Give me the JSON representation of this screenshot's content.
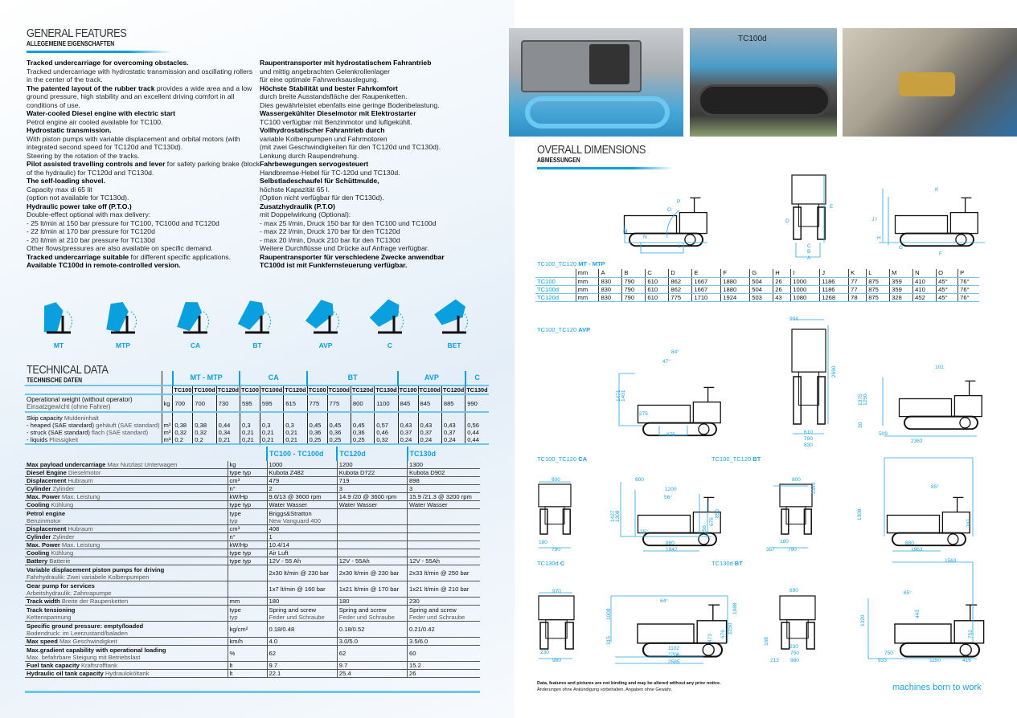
{
  "general": {
    "title": "GENERAL FEATURES",
    "subtitle": "ALLEGEMEINE EIGENSCHAFTEN",
    "en": [
      {
        "b": "Tracked undercarriage for overcoming obstacles.",
        "t": ""
      },
      {
        "b": "",
        "t": "Tracked undercarriage with hydrostatic transmission and oscillating rollers in the center of the track."
      },
      {
        "b": "The patented layout of the rubber track",
        "t": " provides a wide area and a low ground pressure, high stability and an excellent driving comfort in all conditions of use."
      },
      {
        "b": "Water-cooled Diesel engine with electric start",
        "t": ""
      },
      {
        "b": "",
        "t": "Petrol engine air cooled available for TC100."
      },
      {
        "b": "Hydrostatic transmission.",
        "t": ""
      },
      {
        "b": "",
        "t": "With piston pumps with variable displacement and orbital motors (with integrated second speed for TC120d and TC130d)."
      },
      {
        "b": "",
        "t": "Steering by the rotation of the tracks."
      },
      {
        "b": "Pilot assisted travelling controls and lever",
        "t": " for safety parking brake (block of the hydraulic) for TC120d and TC130d."
      },
      {
        "b": "The self-loading shovel.",
        "t": ""
      },
      {
        "b": "",
        "t": "Capacity max di 65 lit"
      },
      {
        "b": "",
        "t": "(option not available for TC130d)."
      },
      {
        "b": "Hydraulic power take off (P.T.O.)",
        "t": ""
      },
      {
        "b": "",
        "t": "Double-effect optional with max delivery:"
      },
      {
        "b": "",
        "t": "- 25 lt/min at 150 bar pressure for TC100, TC100d and TC120d"
      },
      {
        "b": "",
        "t": "- 22 lt/min at 170 bar pressure for TC120d"
      },
      {
        "b": "",
        "t": "- 20 lt/min at 210 bar pressure for TC130d"
      },
      {
        "b": "",
        "t": "Other flows/pressures are also available on specific demand."
      },
      {
        "b": "Tracked undercarriage suitable",
        "t": " for different specific applications."
      },
      {
        "b": "Available TC100d in remote-controlled version.",
        "t": ""
      }
    ],
    "de": [
      {
        "b": "Raupentransporter mit hydrostatischem Fahrantrieb",
        "t": ""
      },
      {
        "b": "",
        "t": "und mittig angebrachten Gelenkrollenlager"
      },
      {
        "b": "",
        "t": "für eine optimale Fahrwerksauslegung."
      },
      {
        "b": "Höchste Stabilität und bester Fahrkomfort",
        "t": ""
      },
      {
        "b": "",
        "t": "durch breite Ausstandsfläche der Raupenketten."
      },
      {
        "b": "",
        "t": "Dies gewährleistet ebenfalls eine geringe Bodenbelastung."
      },
      {
        "b": "Wassergekühlter Dieselmotor mit Elektrostarter",
        "t": ""
      },
      {
        "b": "",
        "t": "TC100 verfügbar mit Benzinmotor und luftgekühlt."
      },
      {
        "b": "Vollhydrostatischer Fahrantrieb durch",
        "t": ""
      },
      {
        "b": "",
        "t": "variable Kolbenpumpen und Fahrmotoren"
      },
      {
        "b": "",
        "t": "(mit zwei Geschwindigkeiten für den TC120d und TC130d)."
      },
      {
        "b": "",
        "t": "Lenkung durch Raupendrehung."
      },
      {
        "b": "Fahrbewegungen servogesteuert",
        "t": ""
      },
      {
        "b": "",
        "t": "Handbremse-Hebel für TC-120d und TC130d."
      },
      {
        "b": "Selbstladeschaufel für Schüttmulde,",
        "t": ""
      },
      {
        "b": "",
        "t": "höchste Kapazität 65 l."
      },
      {
        "b": "",
        "t": "(Option nicht verfügbar für den TC130d)."
      },
      {
        "b": "Zusatzhydraulik (P.T.O)",
        "t": ""
      },
      {
        "b": "",
        "t": "mit Doppelwirkung (Optional):"
      },
      {
        "b": "",
        "t": "- max 25 l/min, Druck 150 bar für den TC100 und TC100d"
      },
      {
        "b": "",
        "t": "- max 22 l/min, Druck 170 bar für den TC120d"
      },
      {
        "b": "",
        "t": "- max 20 l/min, Druck 210 bar für den TC130d"
      },
      {
        "b": "",
        "t": "Weitere Durchflüsse und Drücke auf Anfrage verfügbar."
      },
      {
        "b": "Raupentransporter für verschiedene Zwecke anwendbar",
        "t": ""
      },
      {
        "b": "TC100d ist mit Funkfernsteuerung verfügbar.",
        "t": ""
      }
    ]
  },
  "versions": [
    "MT",
    "MTP",
    "CA",
    "BT",
    "AVP",
    "C",
    "BET"
  ],
  "technical": {
    "title": "TECHNICAL DATA",
    "subtitle": "TECHNISCHE DATEN",
    "groups": [
      {
        "label": "MT - MTP",
        "span": 3
      },
      {
        "label": "CA",
        "span": 3
      },
      {
        "label": "BT",
        "span": 4
      },
      {
        "label": "AVP",
        "span": 3
      },
      {
        "label": "C",
        "span": 1
      }
    ],
    "models": [
      "TC100",
      "TC100d",
      "TC120d",
      "TC100",
      "TC100d",
      "TC120d",
      "TC100",
      "TC100d",
      "TC120d",
      "TC130d",
      "TC100",
      "TC100d",
      "TC120d",
      "TC130d"
    ],
    "weight": {
      "en": "Operational weight (without operator)",
      "de": "Einsatzgewicht (ohne Fahrer)",
      "unit": "kg",
      "values": [
        "700",
        "700",
        "730",
        "595",
        "595",
        "615",
        "775",
        "775",
        "800",
        "1100",
        "845",
        "845",
        "885",
        "990"
      ]
    },
    "skip": {
      "en": "Skip capacity",
      "de": "Muldeninhalt",
      "rows": [
        {
          "en": "- heaped (SAE standard)",
          "de": "gehäuft (SAE standard)",
          "unit": "m³",
          "values": [
            "0,38",
            "0,38",
            "0,44",
            "0,3",
            "0,3",
            "0,3",
            "0,45",
            "0,45",
            "0,45",
            "0,57",
            "0,43",
            "0,43",
            "0,43",
            "0,56"
          ]
        },
        {
          "en": "- struck (SAE standard)",
          "de": "flach (SAE standard)",
          "unit": "m³",
          "values": [
            "0,32",
            "0,32",
            "0,34",
            "0,21",
            "0,21",
            "0,21",
            "0,36",
            "0,36",
            "0,36",
            "0,46",
            "0,37",
            "0,37",
            "0,37",
            "0,44"
          ]
        },
        {
          "en": "- liquids",
          "de": "Flüssigkeit",
          "unit": "m³",
          "values": [
            "0,2",
            "0,2",
            "0,21",
            "0,21",
            "0,21",
            "0,21",
            "0,25",
            "0,25",
            "0,25",
            "0,32",
            "0,24",
            "0,24",
            "0,24",
            "0,44"
          ]
        }
      ]
    },
    "spec_headers": [
      "TC100 - TC100d",
      "TC120d",
      "TC130d"
    ],
    "specs": [
      {
        "en": "Max payload undercarriage",
        "de": "Max Nutzlast Unterwagen",
        "unit": "kg",
        "v": [
          "1000",
          "1200",
          "1300"
        ]
      },
      {
        "en": "Diesel Engine",
        "de": "Dieselmotor",
        "unit": "type typ",
        "v": [
          "Kubota Z482",
          "Kubota D722",
          "Kubota D902"
        ]
      },
      {
        "en": "Displacement",
        "de": "Hubraum",
        "unit": "cm³",
        "v": [
          "479",
          "719",
          "898"
        ]
      },
      {
        "en": "Cylinder",
        "de": "Zylinder",
        "unit": "n°",
        "v": [
          "2",
          "3",
          "3"
        ]
      },
      {
        "en": "Max. Power",
        "de": "Max. Leistung",
        "unit": "kW/Hp",
        "v": [
          "9.6/13 @ 3600 rpm",
          "14.9 /20 @ 3600 rpm",
          "15.9 /21.3 @ 3200 rpm"
        ]
      },
      {
        "en": "Cooling",
        "de": "Kühlung",
        "unit": "type typ",
        "v": [
          "Water Wasser",
          "Water Wasser",
          "Water Wasser"
        ]
      },
      {
        "en": "Petrol engine",
        "de2": "Benzinmotor",
        "unit": "type",
        "unit2": "typ",
        "v": [
          "Briggs&Stratton",
          "",
          ""
        ],
        "v2": [
          "New Vanguard 400",
          "",
          ""
        ]
      },
      {
        "en": "Displacement",
        "de": "Hubraum",
        "unit": "cm³",
        "v": [
          "408",
          "",
          ""
        ]
      },
      {
        "en": "Cylinder",
        "de": "Zylinder",
        "unit": "n°",
        "v": [
          "1",
          "",
          ""
        ]
      },
      {
        "en": "Max. Power",
        "de": "Max. Leistung",
        "unit": "kW/Hp",
        "v": [
          "10.4/14",
          "",
          ""
        ]
      },
      {
        "en": "Cooling",
        "de": "Kühlung",
        "unit": "type typ",
        "v": [
          "Air Luft",
          "",
          ""
        ]
      },
      {
        "en": "Battery",
        "de": "Batterie",
        "unit": "type typ",
        "v": [
          "12V - 55 Ah",
          "12V - 55Ah",
          "12V - 55Ah"
        ]
      },
      {
        "en": "Variable displacement piston pumps for driving",
        "de2": "Fahrhydraulik: Zwei variabele Kolbenpumpen",
        "unit": "",
        "v": [
          "2x30 lt/min @ 230 bar",
          "2x30 lt/min @ 230 bar",
          "2x33 lt/min @ 250 bar"
        ]
      },
      {
        "en": "Gear pump for services",
        "de2": "Arbeitshydraulik: Zahnrapumpe",
        "unit": "",
        "v": [
          "1x7 lt/min @ 160 bar",
          "1x21 lt/min @ 170 bar",
          "1x21 lt/min @ 210 bar"
        ]
      },
      {
        "en": "Track width",
        "de": "Breite der Raupenketten",
        "unit": "mm",
        "v": [
          "180",
          "180",
          "230"
        ]
      },
      {
        "en": "Track tensioning",
        "de2": "Kettenspannung",
        "unit": "type",
        "unit2": "typ",
        "v": [
          "Spring and screw",
          "Spring and screw",
          "Spring and screw"
        ],
        "v2": [
          "Feder und Schraube",
          "Feder und Schraube",
          "Feder und Schraube"
        ]
      },
      {
        "en": "Specific ground pressure: empty/loaded",
        "de2": "Bodendruck: im Leerzustand/baladen",
        "unit": "kg/cm²",
        "v": [
          "0.18/0.48",
          "0.18/0.52",
          "0.21/0.42"
        ]
      },
      {
        "en": "Max speed",
        "de": "Max Geschwindigkeit",
        "unit": "km/h",
        "v": [
          "4.0",
          "3.0/5.0",
          "3.5/6.0"
        ]
      },
      {
        "en": "Max.gradient capability with operational loading",
        "de2": "Max. befahrbare Steigung mit Betriebslast",
        "unit": "%",
        "v": [
          "62",
          "62",
          "60"
        ]
      },
      {
        "en": "Fuel tank capacity",
        "de": "Kraftsrofftank",
        "unit": "lt",
        "v": [
          "9.7",
          "9.7",
          "15.2"
        ]
      },
      {
        "en": "Hydraulic oil tank capacity",
        "de": "Hydrauloköltank",
        "unit": "lt",
        "v": [
          "22.1",
          "25.4",
          "26"
        ]
      }
    ]
  },
  "dimensions": {
    "title": "OVERALL DIMENSIONS",
    "subtitle": "ABMESSUNGEN",
    "table_caption": "TC100_TC120",
    "table_caption_bold": "MT - MTP",
    "columns": [
      "mm",
      "A",
      "B",
      "C",
      "D",
      "E",
      "F",
      "G",
      "H",
      "I",
      "J",
      "K",
      "L",
      "M",
      "N",
      "O",
      "P"
    ],
    "rows": [
      {
        "model": "TC100",
        "values": [
          "mm",
          "830",
          "790",
          "610",
          "862",
          "1667",
          "1880",
          "504",
          "26",
          "1000",
          "1186",
          "77",
          "875",
          "359",
          "410",
          "45°",
          "76°"
        ]
      },
      {
        "model": "TC100d",
        "values": [
          "mm",
          "830",
          "790",
          "610",
          "862",
          "1667",
          "1880",
          "504",
          "26",
          "1000",
          "1186",
          "77",
          "875",
          "359",
          "410",
          "45°",
          "76°"
        ]
      },
      {
        "model": "TC120d",
        "values": [
          "mm",
          "830",
          "790",
          "610",
          "775",
          "1710",
          "1924",
          "503",
          "43",
          "1080",
          "1268",
          "78",
          "875",
          "328",
          "452",
          "45°",
          "76°"
        ]
      }
    ],
    "captions": [
      {
        "pre": "TC100_TC120",
        "bold": "AVP"
      },
      {
        "pre": "TC100_TC120",
        "bold": "CA"
      },
      {
        "pre": "TC100_TC120",
        "bold": "BT"
      },
      {
        "pre": "TC130d",
        "bold": "C"
      },
      {
        "pre": "TC130d",
        "bold": "BT"
      }
    ],
    "labels": [
      "M",
      "N",
      "L",
      "O",
      "P",
      "D",
      "E",
      "C",
      "B",
      "A",
      "J",
      "I",
      "H",
      "G",
      "F",
      "K",
      "84°",
      "47°",
      "1471",
      "1401",
      "275",
      "875",
      "904",
      "2690",
      "610",
      "790",
      "830",
      "101",
      "1375",
      "1250",
      "30",
      "509",
      "2362",
      "800",
      "180",
      "790",
      "800",
      "1427",
      "1308",
      "1200",
      "56°",
      "25°",
      "256",
      "676",
      "850",
      "880",
      "1942",
      "800",
      "2340",
      "180",
      "357",
      "790",
      "85°",
      "1308",
      "707",
      "880",
      "1963",
      "970",
      "230",
      "980",
      "64°",
      "1008",
      "315",
      "1988",
      "1250",
      "676",
      "473",
      "1102",
      "2206",
      "2585",
      "890",
      "168",
      "230",
      "750",
      "213",
      "980",
      "1563",
      "85°",
      "1320",
      "443",
      "752",
      "750",
      "933",
      "1150",
      "416"
    ]
  },
  "footer": {
    "disclaimer_en": "Data, features and pictures are not binding and may be altered without any prior notice.",
    "disclaimer_de": "Änderungen ohne Ankündigung vorbehalten, Angaben ohne Gewähr.",
    "slogan": "machines born to work"
  },
  "colors": {
    "accent": "#0aa0e0",
    "text": "#111111"
  }
}
